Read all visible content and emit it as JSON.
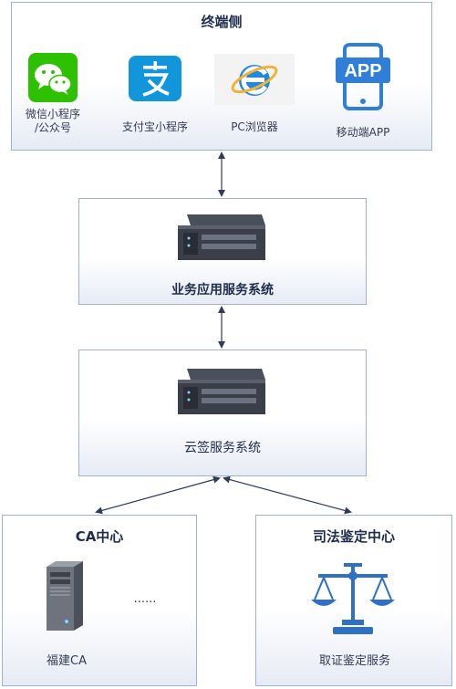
{
  "terminal": {
    "title": "终端侧",
    "items": [
      {
        "label_line1": "微信小程序",
        "label_line2": "/公众号",
        "icon": "wechat-icon"
      },
      {
        "label": "支付宝小程序",
        "icon": "alipay-icon"
      },
      {
        "label": "PC浏览器",
        "icon": "ie-browser-icon"
      },
      {
        "label": "移动端APP",
        "icon": "mobile-app-icon",
        "icon_text": "APP"
      }
    ]
  },
  "business": {
    "title": "业务应用服务系统",
    "icon": "server-rack-icon"
  },
  "cloud_sign": {
    "title": "云签服务系统",
    "icon": "server-rack-icon"
  },
  "ca_center": {
    "title": "CA中心",
    "server_label": "福建CA",
    "ellipsis": "......",
    "icon": "tower-server-icon"
  },
  "judicial": {
    "title": "司法鉴定中心",
    "service_label": "取证鉴定服务",
    "icon": "scales-of-justice-icon"
  },
  "colors": {
    "box_border": "#9fb0d0",
    "arrow": "#2f3b5c",
    "wechat": "#2dc100",
    "alipay": "#1296db",
    "ie": "#1e88e5",
    "app": "#2f7fd8"
  }
}
